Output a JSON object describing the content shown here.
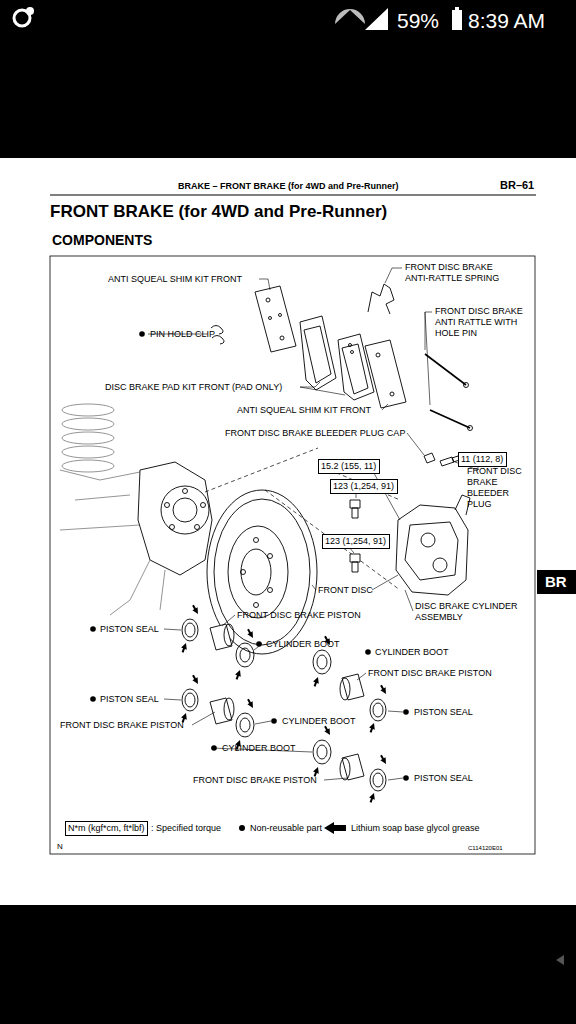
{
  "diagram": {
    "title": "FRONT BRAKE (for 4WD and Pre-Runner)",
    "nodes": [
      {
        "text": [
          "11 (112, 8)"
        ]
      },
      {
        "text": [
          "15.2 (155, 11)"
        ]
      },
      {
        "text": [
          "123 (1,254, 91)"
        ]
      },
      {
        "text": [
          "123 (1,254, 91)"
        ]
      },
      {
        "text": [
          "BR"
        ]
      },
      {
        "text": [
          "N*m (kgf*cm, ft*lbf)"
        ]
      }
    ],
    "labels": [
      "59%",
      "8:39 AM",
      "BRAKE – FRONT BRAKE (for 4WD and Pre-Runner)",
      "BR–61",
      "COMPONENTS",
      "ANTI SQUEAL SHIM KIT FRONT",
      "PIN HOLD CLIP",
      "DISC BRAKE PAD KIT FRONT (PAD ONLY)",
      "ANTI SQUEAL SHIM KIT FRONT",
      "FRONT DISC BRAKE ANTI-RATTLE SPRING",
      "FRONT DISC BRAKE ANTI RATTLE WITH HOLE PIN",
      "FRONT DISC BRAKE BLEEDER PLUG CAP",
      "FRONT DISC BRAKE BLEEDER PLUG",
      "FRONT DISC",
      "DISC BRAKE CYLINDER ASSEMBLY",
      "PISTON SEAL",
      "FRONT DISC BRAKE PISTON",
      "CYLINDER BOOT",
      "CYLINDER BOOT",
      "FRONT DISC BRAKE PISTON",
      "PISTON SEAL",
      "PISTON SEAL",
      "FRONT DISC BRAKE PISTON",
      "CYLINDER BOOT",
      "CYLINDER BOOT",
      "FRONT DISC BRAKE PISTON",
      "PISTON SEAL",
      "N",
      "C114120E01"
    ],
    "legend": [
      {
        "text": ": Specified torque"
      },
      {
        "text": "Non-reusable part"
      },
      {
        "text": "Lithium soap base glycol grease"
      }
    ]
  }
}
